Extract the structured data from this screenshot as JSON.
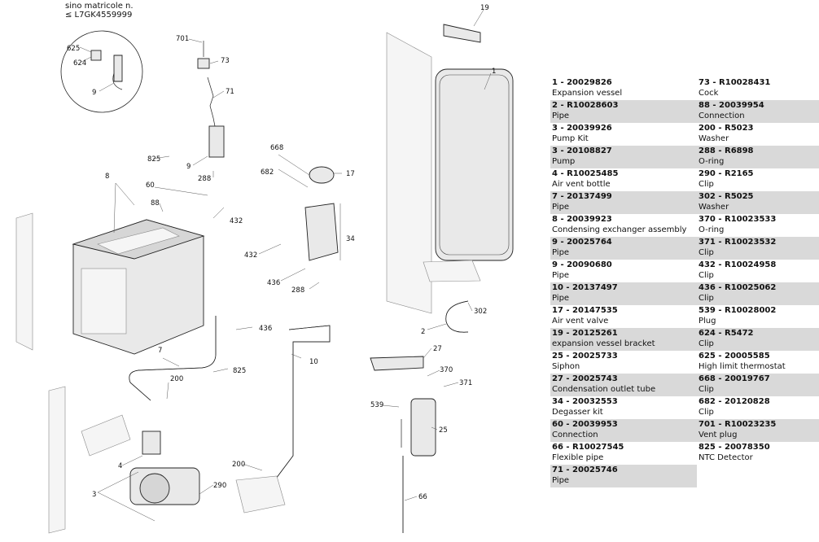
{
  "diagram": {
    "note_line1": "sino matricole n.",
    "note_line2": "≤ L7GK4559999",
    "callouts": {
      "c625": "625",
      "c624": "624",
      "c9a": "9",
      "c701": "701",
      "c73": "73",
      "c71": "71",
      "c825a": "825",
      "c9b": "9",
      "c288a": "288",
      "c8": "8",
      "c60": "60",
      "c88": "88",
      "c432a": "432",
      "c668": "668",
      "c682": "682",
      "c17": "17",
      "c34": "34",
      "c432b": "432",
      "c436a": "436",
      "c288b": "288",
      "c436b": "436",
      "c7": "7",
      "c10": "10",
      "c825b": "825",
      "c200a": "200",
      "c4": "4",
      "c3": "3",
      "c290": "290",
      "c200b": "200",
      "c19": "19",
      "c1": "1",
      "c302": "302",
      "c2": "2",
      "c27": "27",
      "c370": "370",
      "c371": "371",
      "c539": "539",
      "c25": "25",
      "c66": "66"
    }
  },
  "parts_left": [
    {
      "code": "1   - 20029826",
      "desc": "Expansion vessel",
      "shaded": false
    },
    {
      "code": "2   - R10028603",
      "desc": "Pipe",
      "shaded": true
    },
    {
      "code": "3   - 20039926",
      "desc": "Pump Kit",
      "shaded": false
    },
    {
      "code": "3   - 20108827",
      "desc": "Pump",
      "shaded": true
    },
    {
      "code": "4   - R10025485",
      "desc": "Air vent bottle",
      "shaded": false
    },
    {
      "code": "7   - 20137499",
      "desc": "Pipe",
      "shaded": true
    },
    {
      "code": "8   - 20039923",
      "desc": "Condensing exchanger assembly",
      "shaded": false
    },
    {
      "code": "9   - 20025764",
      "desc": "Pipe",
      "shaded": true
    },
    {
      "code": "9   - 20090680",
      "desc": "Pipe",
      "shaded": false
    },
    {
      "code": "10  - 20137497",
      "desc": "Pipe",
      "shaded": true
    },
    {
      "code": "17  - 20147535",
      "desc": "Air vent valve",
      "shaded": false
    },
    {
      "code": "19  - 20125261",
      "desc": "expansion vessel bracket",
      "shaded": true
    },
    {
      "code": "25  - 20025733",
      "desc": "Siphon",
      "shaded": false
    },
    {
      "code": "27  - 20025743",
      "desc": "Condensation outlet tube",
      "shaded": true
    },
    {
      "code": "34  - 20032553",
      "desc": "Degasser kit",
      "shaded": false
    },
    {
      "code": "60  - 20039953",
      "desc": "Connection",
      "shaded": true
    },
    {
      "code": "66  - R10027545",
      "desc": "Flexible pipe",
      "shaded": false
    },
    {
      "code": "71  - 20025746",
      "desc": "Pipe",
      "shaded": true
    }
  ],
  "parts_right": [
    {
      "code": "73  - R10028431",
      "desc": "Cock",
      "shaded": false
    },
    {
      "code": "88  - 20039954",
      "desc": "Connection",
      "shaded": true
    },
    {
      "code": "200  - R5023",
      "desc": "Washer",
      "shaded": false
    },
    {
      "code": "288  - R6898",
      "desc": "O-ring",
      "shaded": true
    },
    {
      "code": "290  - R2165",
      "desc": "Clip",
      "shaded": false
    },
    {
      "code": "302  - R5025",
      "desc": "Washer",
      "shaded": true
    },
    {
      "code": "370  - R10023533",
      "desc": "O-ring",
      "shaded": false
    },
    {
      "code": "371  - R10023532",
      "desc": "Clip",
      "shaded": true
    },
    {
      "code": "432  - R10024958",
      "desc": "Clip",
      "shaded": false
    },
    {
      "code": "436  - R10025062",
      "desc": "Clip",
      "shaded": true
    },
    {
      "code": "539  - R10028002",
      "desc": "Plug",
      "shaded": false
    },
    {
      "code": "624  - R5472",
      "desc": "Clip",
      "shaded": true
    },
    {
      "code": "625  - 20005585",
      "desc": "High limit thermostat",
      "shaded": false
    },
    {
      "code": "668  - 20019767",
      "desc": "Clip",
      "shaded": true
    },
    {
      "code": "682  - 20120828",
      "desc": "Clip",
      "shaded": false
    },
    {
      "code": "701  - R10023235",
      "desc": "Vent plug",
      "shaded": true
    },
    {
      "code": "825  - 20078350",
      "desc": "NTC Detector",
      "shaded": false
    }
  ]
}
